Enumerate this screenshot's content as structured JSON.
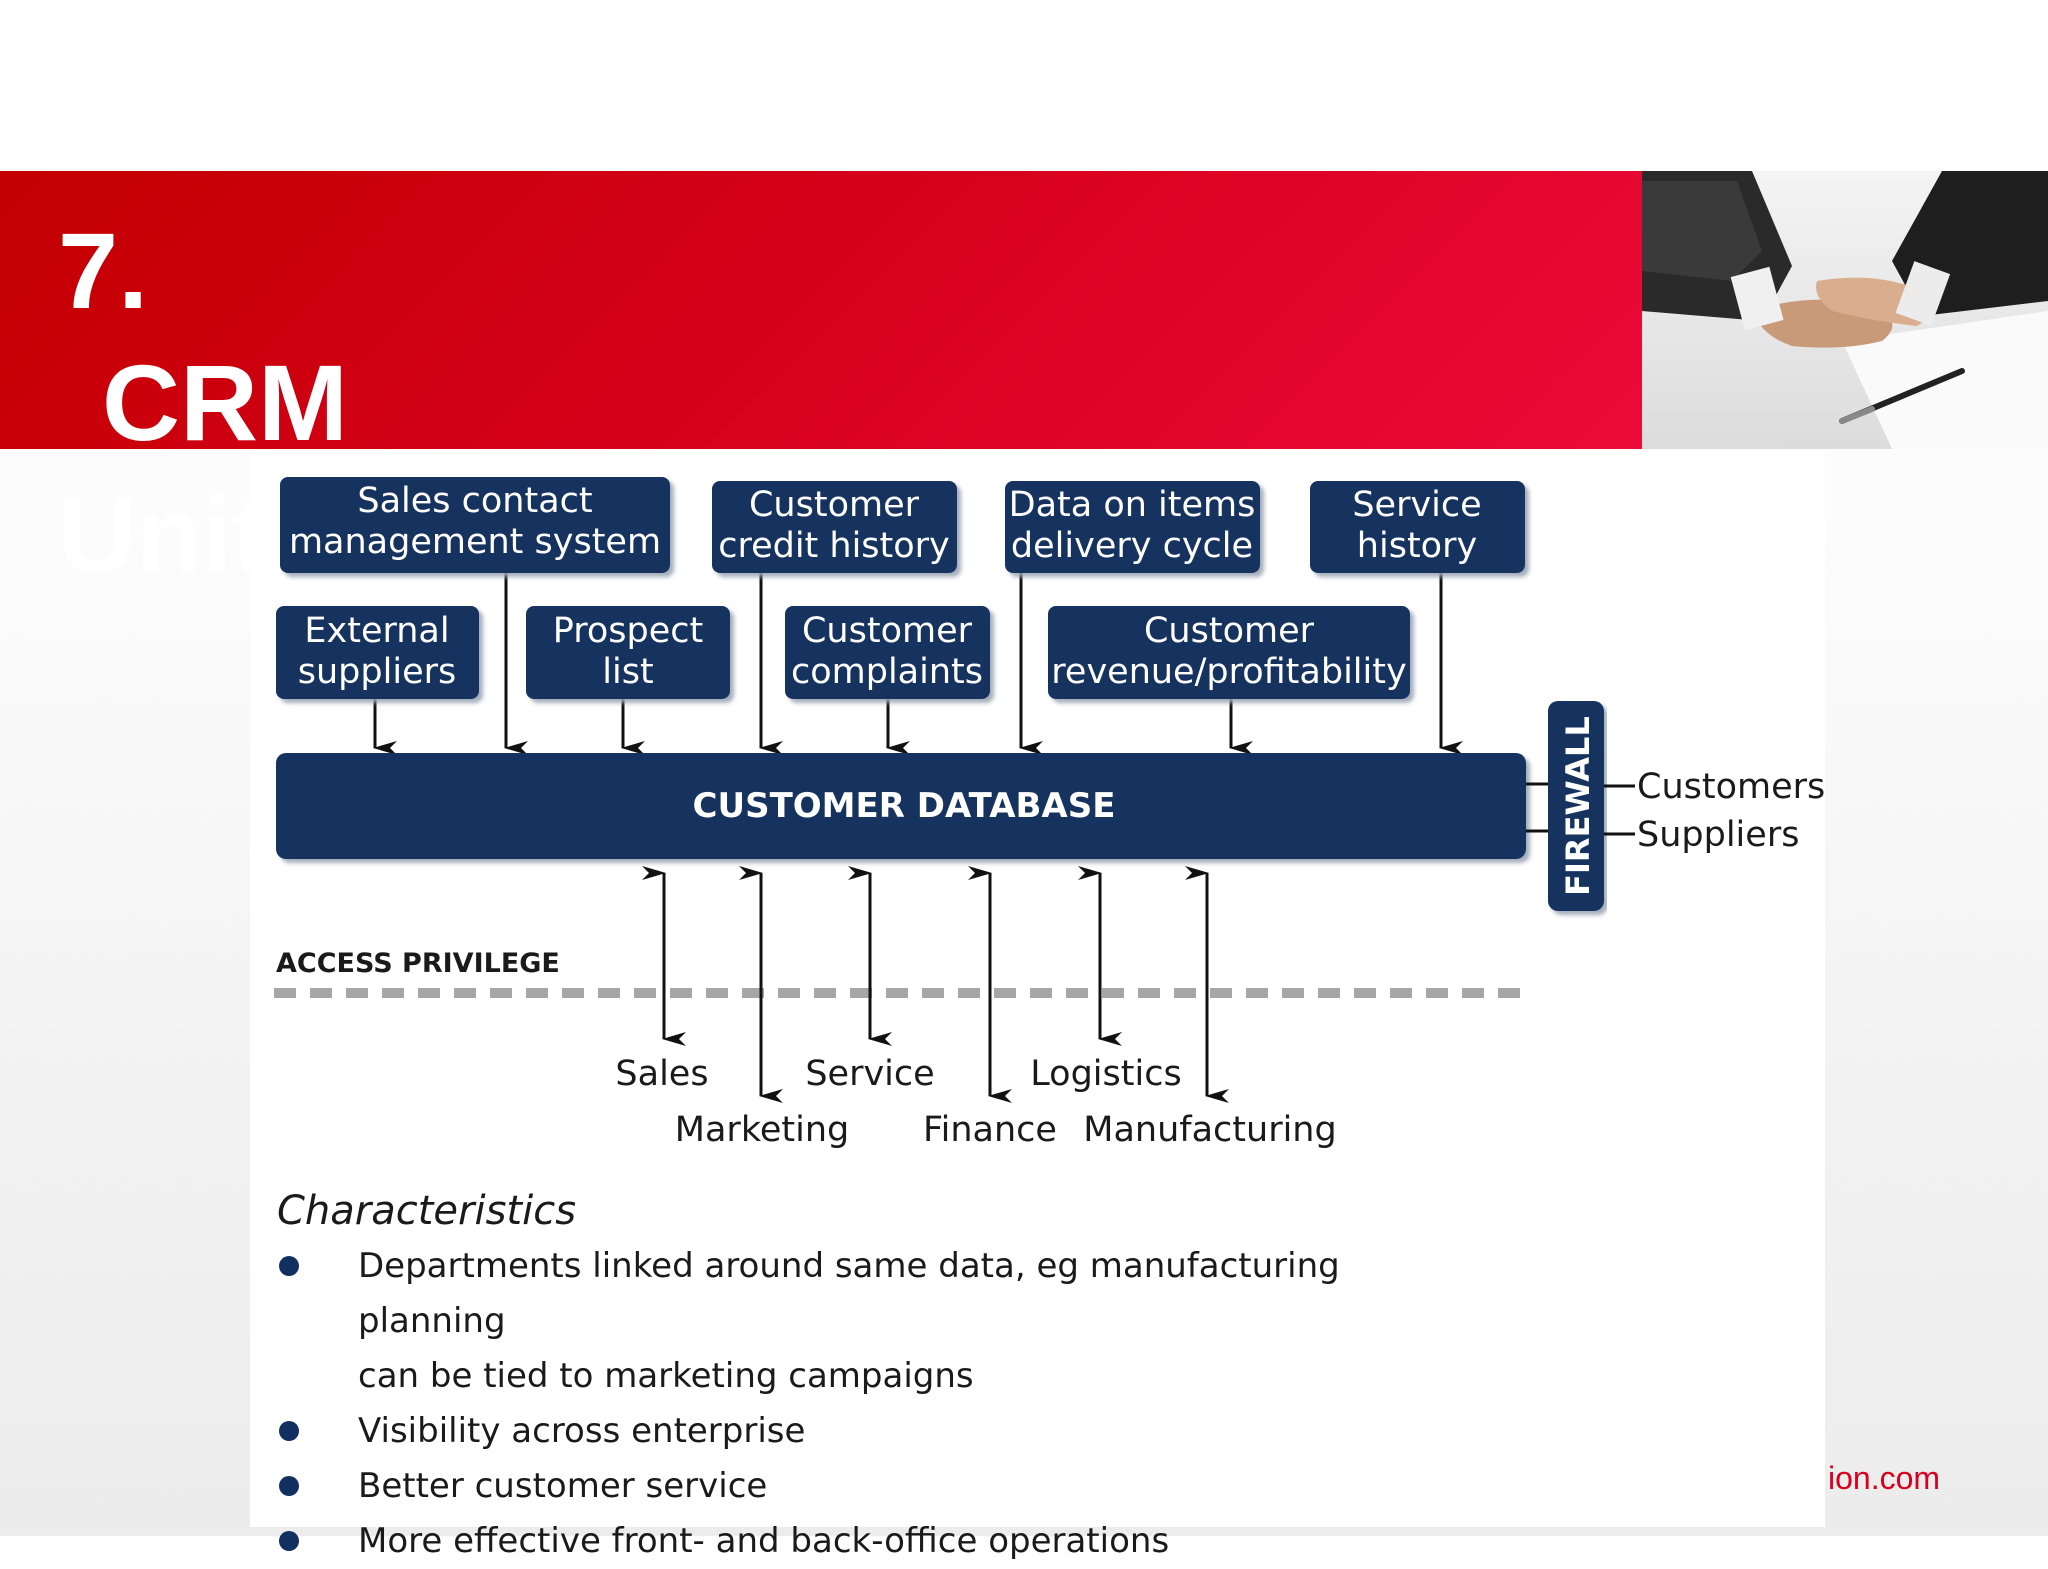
{
  "slide": {
    "title_line1": "7.",
    "title_line2": "CRM",
    "title_line3": "Unit",
    "footer_url": "ion.com"
  },
  "colors": {
    "banner_red": "#d5001a",
    "box_navy": "#15305f",
    "dashed_grey": "#a6a6a6"
  },
  "diagram": {
    "sources_top": [
      {
        "line1": "Sales contact",
        "line2": "management system"
      },
      {
        "line1": "Customer",
        "line2": "credit history"
      },
      {
        "line1": "Data on items",
        "line2": "delivery cycle"
      },
      {
        "line1": "Service",
        "line2": "history"
      }
    ],
    "sources_bottom": [
      {
        "line1": "External",
        "line2": "suppliers"
      },
      {
        "line1": "Prospect",
        "line2": "list"
      },
      {
        "line1": "Customer",
        "line2": "complaints"
      },
      {
        "line1": "Customer",
        "line2": "revenue/profitability"
      }
    ],
    "database_label": "CUSTOMER DATABASE",
    "firewall_label": "FIREWALL",
    "external_parties": [
      "Customers",
      "Suppliers"
    ],
    "access_label": "ACCESS PRIVILEGE",
    "departments_top": [
      "Sales",
      "Service",
      "Logistics"
    ],
    "departments_bottom": [
      "Marketing",
      "Finance",
      "Manufacturing"
    ]
  },
  "characteristics": {
    "heading": "Characteristics",
    "items": [
      {
        "line1": "Departments linked around same data, eg manufacturing planning",
        "line2": "can be tied to marketing campaigns"
      },
      {
        "line1": "Visibility across enterprise"
      },
      {
        "line1": "Better customer service"
      },
      {
        "line1": "More effective front- and back-office operations"
      }
    ]
  }
}
